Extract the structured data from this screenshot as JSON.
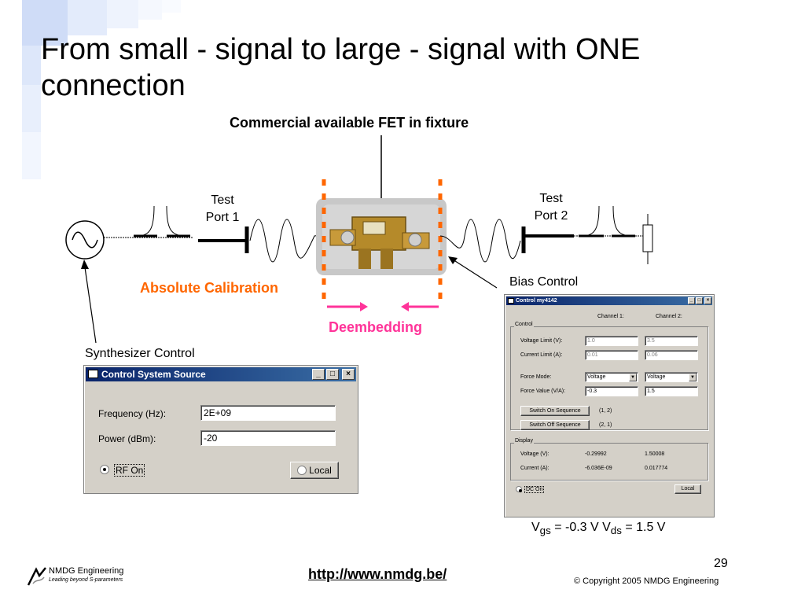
{
  "slide": {
    "title": "From small - signal to large - signal with ONE connection",
    "page_number": "29",
    "url_link": "http://www.nmdg.be/",
    "copyright": "© Copyright 2005 NMDG Engineering",
    "logo": {
      "name": "NMDG Engineering",
      "tagline": "Leading beyond S-parameters"
    }
  },
  "diagram": {
    "fet_label": "Commercial available FET in fixture",
    "test_port_1": [
      "Test",
      "Port 1"
    ],
    "test_port_2": [
      "Test",
      "Port 2"
    ],
    "absolute_calibration": "Absolute Calibration",
    "deembedding": "Deembedding",
    "bias_control": "Bias Control",
    "synthesizer_control": "Synthesizer Control",
    "bias_equation": {
      "v": "V",
      "gs": "gs",
      "mid": " = -0.3 V V",
      "ds": "ds",
      "end": " = 1.5 V"
    },
    "colors": {
      "orange": "#ff6600",
      "pink": "#ff3399",
      "deco_blue": "#c8d8f8"
    }
  },
  "synth_dialog": {
    "title": "Control System Source",
    "frequency_label": "Frequency (Hz):",
    "frequency_value": "2E+09",
    "power_label": "Power (dBm):",
    "power_value": "-20",
    "rf_on_label": "RF On",
    "local_label": "Local",
    "btn_min": "_",
    "btn_max": "□",
    "btn_close": "×"
  },
  "bias_dialog": {
    "title": "Control my4142",
    "channel1": "Channel 1:",
    "channel2": "Channel 2:",
    "control_group": "Control",
    "voltage_limit_label": "Voltage Limit (V):",
    "voltage_limit_1": "1.0",
    "voltage_limit_2": "3.5",
    "current_limit_label": "Current Limit (A):",
    "current_limit_1": "0.01",
    "current_limit_2": "0.06",
    "force_mode_label": "Force Mode:",
    "force_mode_1": "Voltage",
    "force_mode_2": "Voltage",
    "force_value_label": "Force Value (V/A):",
    "force_value_1": "-0.3",
    "force_value_2": "1.5",
    "switch_on_label": "Switch On Sequence",
    "switch_on_seq": "(1, 2)",
    "switch_off_label": "Switch Off Sequence",
    "switch_off_seq": "(2, 1)",
    "display_group": "Display",
    "voltage_label": "Voltage (V):",
    "voltage_1": "-0.29992",
    "voltage_2": "1.50008",
    "current_label": "Current (A):",
    "current_1": "-6.036E-09",
    "current_2": "0.017774",
    "dc_on_label": "DC On",
    "local_label": "Local",
    "btn_min": "_",
    "btn_max": "□",
    "btn_close": "×"
  }
}
